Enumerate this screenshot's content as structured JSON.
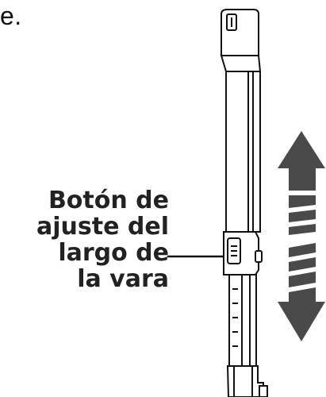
{
  "top_text": "e.",
  "callout": {
    "line1": "Botón de",
    "line2": "ajuste del",
    "line3": "largo de",
    "line4": "la vara"
  },
  "colors": {
    "arrow": "#4a4a4a",
    "outline": "#111111"
  },
  "icons": {
    "up_arrow": "arrow-up-icon",
    "down_arrow": "arrow-down-icon"
  }
}
